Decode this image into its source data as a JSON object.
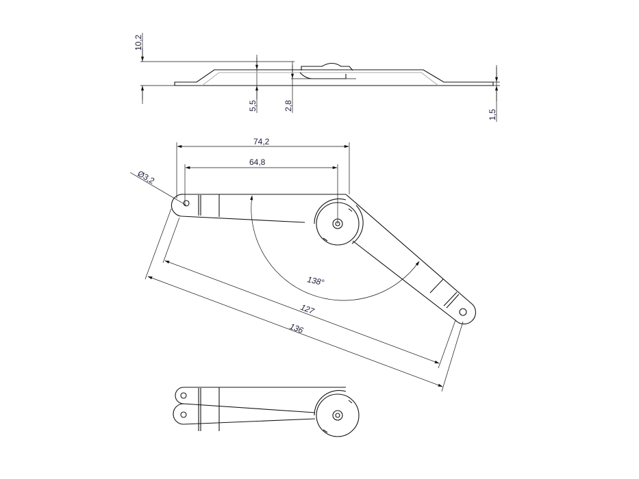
{
  "title": "Lift mechanism technical drawing",
  "side_view": {
    "dims": [
      "10,2",
      "5,5",
      "2,8",
      "1,5"
    ]
  },
  "top_view": {
    "dims": {
      "outer_width": "74,2",
      "pivot_width": "64,8",
      "hole_dia": "Ø3,2",
      "angle": "138°",
      "inner_length": "127",
      "outer_length": "136"
    }
  }
}
